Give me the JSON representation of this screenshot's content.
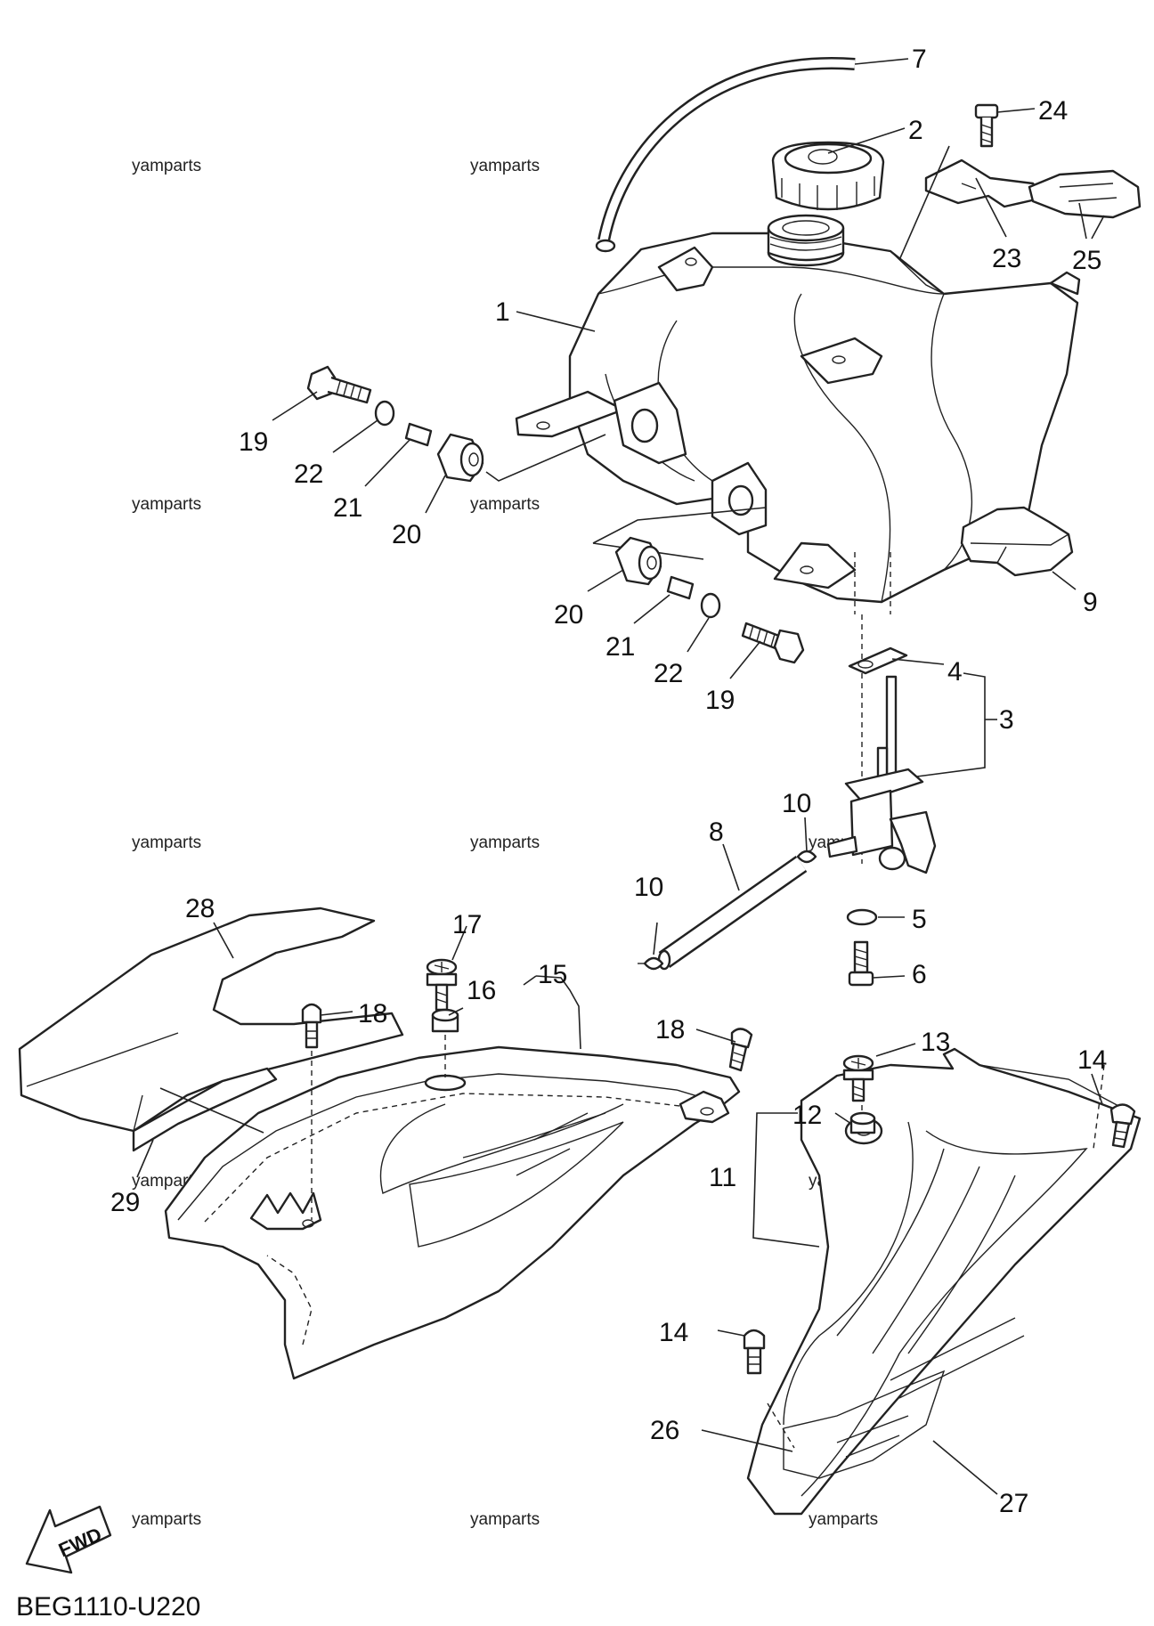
{
  "callouts": {
    "c7": "7",
    "c2": "2",
    "c24": "24",
    "c23": "23",
    "c25": "25",
    "c1": "1",
    "c19a": "19",
    "c22a": "22",
    "c21a": "21",
    "c20a": "20",
    "c20b": "20",
    "c21b": "21",
    "c22b": "22",
    "c19b": "19",
    "c9": "9",
    "c4": "4",
    "c3": "3",
    "c10a": "10",
    "c8": "8",
    "c10b": "10",
    "c5": "5",
    "c6": "6",
    "c28": "28",
    "c17": "17",
    "c16": "16",
    "c15": "15",
    "c18a": "18",
    "c18b": "18",
    "c13": "13",
    "c14a": "14",
    "c12": "12",
    "c11": "11",
    "c29": "29",
    "c14b": "14",
    "c26": "26",
    "c27": "27"
  },
  "watermark": "yamparts",
  "fwd_label": "FWD",
  "diagram_code": "BEG1110-U220"
}
